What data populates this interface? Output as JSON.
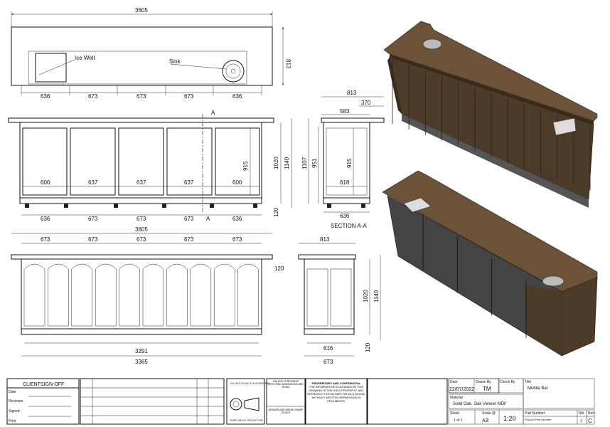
{
  "top_view": {
    "overall": "3605",
    "depth": "813",
    "ice_well": "Ice Well",
    "sink": "Sink",
    "bays": [
      "636",
      "673",
      "673",
      "673",
      "636"
    ]
  },
  "front_view": {
    "section_mark": "A",
    "inner": [
      "600",
      "637",
      "637",
      "637",
      "600"
    ],
    "bays": [
      "636",
      "673",
      "673",
      "673",
      "636"
    ],
    "h915": "915",
    "h1020": "1020",
    "h1140": "1140",
    "h120": "120"
  },
  "section_view": {
    "d813": "813",
    "d370": "370",
    "d583": "583",
    "h915": "915",
    "h951": "951",
    "h1107": "1107",
    "w618": "618",
    "w636": "636",
    "label": "SECTION A-A"
  },
  "back_view": {
    "overall": "3605",
    "bays": [
      "673",
      "673",
      "673",
      "673",
      "673"
    ],
    "h120": "120",
    "w3291": "3291",
    "w3365": "3365"
  },
  "side_view": {
    "d813": "813",
    "h1020": "1020",
    "h1140": "1140",
    "h120": "120",
    "w616": "616",
    "w673": "673"
  },
  "colors": {
    "oak": "#5a4530",
    "oak_dark": "#3a2c1f",
    "top": "#6b5238",
    "steel": "#9a9a9a"
  },
  "title_block": {
    "client_signoff": "CLIENTSIGN-OFF",
    "signoff_fields": [
      "Date",
      "Reviewer",
      "Signed",
      "Print"
    ],
    "do_not_scale": "DO NOT SCALE IF IN DOUBT ASK",
    "projection": "THIRD ANGLE PROJECTION",
    "tolerances": "UNLESS OTHERWISE SPECIFIED DIMENSIONS ARE IN MM",
    "break_edges": "DEBURR AND BREAK SHARP EDGES",
    "proprietary_title": "PROPRIETARY AND CONFIDENTIAL",
    "proprietary_text": "THE INFORMATION CONTAINED IN THIS DRAWING IS THE SOLE PROPERTY. ANY REPRODUCTION IN PART OR AS A WHOLE WITHOUT WRITTEN PERMISSION IS PROHIBITED.",
    "date_label": "Date",
    "date": "22/07/2022",
    "drawn_label": "Drawn By",
    "drawn": "TM",
    "check_label": "Check By",
    "material_label": "Material",
    "material": "Solid Oak, Oak Veneer MDF",
    "sheet_label": "Sheet",
    "sheet": "1 of 1",
    "scale_label": "Scale @",
    "paper": "A3:",
    "scale": "1:20",
    "title_label": "Title",
    "title": "Mobile Bar",
    "part_label": "Part Number",
    "part": "Product Part Number",
    "sht_label": "Sht",
    "sht": "1",
    "rev_label": "Rev",
    "rev": "C"
  }
}
